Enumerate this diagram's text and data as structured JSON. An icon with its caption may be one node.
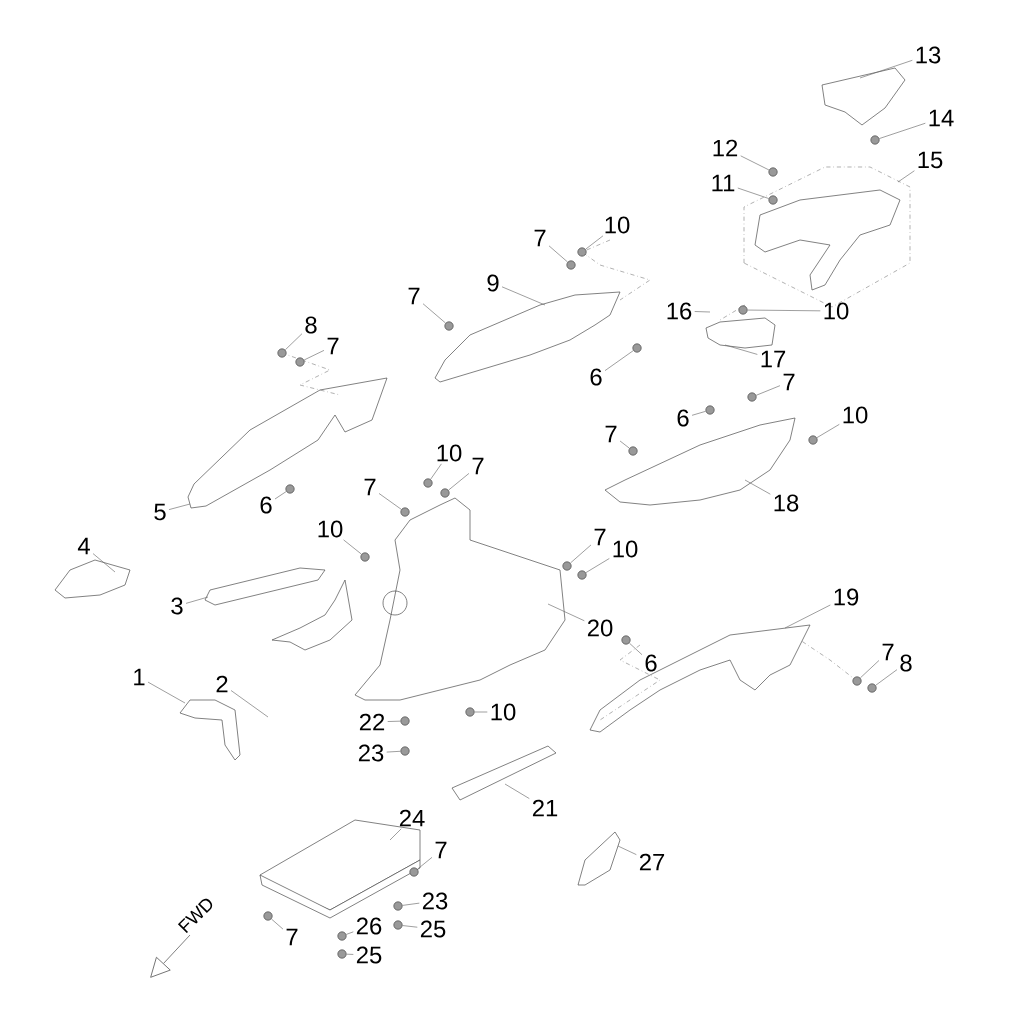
{
  "diagram": {
    "nodes": [
      {
        "text": [
          "13"
        ]
      },
      {
        "text": [
          "14"
        ]
      },
      {
        "text": [
          "12"
        ]
      },
      {
        "text": [
          "15"
        ]
      },
      {
        "text": [
          "11"
        ]
      },
      {
        "text": [
          "10"
        ]
      },
      {
        "text": [
          "7"
        ]
      },
      {
        "text": [
          "9"
        ]
      },
      {
        "text": [
          "7"
        ]
      },
      {
        "text": [
          "16"
        ]
      },
      {
        "text": [
          "10"
        ]
      },
      {
        "text": [
          "8"
        ]
      },
      {
        "text": [
          "7"
        ]
      },
      {
        "text": [
          "17"
        ]
      },
      {
        "text": [
          "6"
        ]
      },
      {
        "text": [
          "7"
        ]
      },
      {
        "text": [
          "10"
        ]
      },
      {
        "text": [
          "6"
        ]
      },
      {
        "text": [
          "7"
        ]
      },
      {
        "text": [
          "10"
        ]
      },
      {
        "text": [
          "7"
        ]
      },
      {
        "text": [
          "7"
        ]
      },
      {
        "text": [
          "18"
        ]
      },
      {
        "text": [
          "6"
        ]
      },
      {
        "text": [
          "5"
        ]
      },
      {
        "text": [
          "10"
        ]
      },
      {
        "text": [
          "7"
        ]
      },
      {
        "text": [
          "4"
        ]
      },
      {
        "text": [
          "10"
        ]
      },
      {
        "text": [
          "19"
        ]
      },
      {
        "text": [
          "3"
        ]
      },
      {
        "text": [
          "20"
        ]
      },
      {
        "text": [
          "7"
        ]
      },
      {
        "text": [
          "8"
        ]
      },
      {
        "text": [
          "6"
        ]
      },
      {
        "text": [
          "1"
        ]
      },
      {
        "text": [
          "2"
        ]
      },
      {
        "text": [
          "10"
        ]
      },
      {
        "text": [
          "22"
        ]
      },
      {
        "text": [
          "23"
        ]
      },
      {
        "text": [
          "21"
        ]
      },
      {
        "text": [
          "24"
        ]
      },
      {
        "text": [
          "7"
        ]
      },
      {
        "text": [
          "27"
        ]
      },
      {
        "text": [
          "23"
        ]
      },
      {
        "text": [
          "25"
        ]
      },
      {
        "text": [
          "26"
        ]
      },
      {
        "text": [
          "7"
        ]
      },
      {
        "text": [
          "25"
        ]
      },
      {
        "text": [],
        "shape": "circle"
      },
      {
        "text": [],
        "shape": "circle"
      },
      {
        "text": [],
        "shape": "circle"
      },
      {
        "text": [],
        "shape": "circle"
      },
      {
        "text": [],
        "shape": "circle"
      },
      {
        "text": [],
        "shape": "circle"
      },
      {
        "text": [],
        "shape": "circle"
      },
      {
        "text": [],
        "shape": "circle"
      },
      {
        "text": [],
        "shape": "circle"
      },
      {
        "text": [],
        "shape": "circle"
      },
      {
        "text": [],
        "shape": "circle"
      },
      {
        "text": [],
        "shape": "circle"
      },
      {
        "text": [],
        "shape": "circle"
      },
      {
        "text": [],
        "shape": "circle"
      },
      {
        "text": [],
        "shape": "circle"
      },
      {
        "text": [],
        "shape": "circle"
      },
      {
        "text": [],
        "shape": "circle"
      },
      {
        "text": [],
        "shape": "circle"
      },
      {
        "text": [],
        "shape": "circle"
      },
      {
        "text": [],
        "shape": "circle"
      },
      {
        "text": [],
        "shape": "circle"
      },
      {
        "text": [],
        "shape": "circle"
      },
      {
        "text": [],
        "shape": "circle"
      },
      {
        "text": [],
        "shape": "circle"
      },
      {
        "text": [],
        "shape": "circle"
      },
      {
        "text": [],
        "shape": "circle"
      },
      {
        "text": [],
        "shape": "circle"
      },
      {
        "text": [],
        "shape": "circle"
      },
      {
        "text": [],
        "shape": "circle"
      },
      {
        "text": [],
        "shape": "circle"
      },
      {
        "text": [],
        "shape": "circle"
      },
      {
        "text": [],
        "shape": "circle"
      },
      {
        "text": [],
        "shape": "circle"
      }
    ],
    "edges": [
      {
        "from": 0,
        "to": null,
        "arrow": "none"
      },
      {
        "from": 1,
        "to": 49,
        "arrow": "none"
      },
      {
        "from": 2,
        "to": 50,
        "arrow": "none"
      },
      {
        "from": 3,
        "to": null,
        "arrow": "none"
      },
      {
        "from": 4,
        "to": 51,
        "arrow": "none"
      },
      {
        "from": 5,
        "to": 52,
        "arrow": "none"
      },
      {
        "from": 6,
        "to": 53,
        "arrow": "none"
      },
      {
        "from": 7,
        "to": null,
        "arrow": "none"
      },
      {
        "from": 8,
        "to": 54,
        "arrow": "none"
      },
      {
        "from": 9,
        "to": null,
        "arrow": "none"
      },
      {
        "from": 10,
        "to": 55,
        "arrow": "none"
      },
      {
        "from": 11,
        "to": 56,
        "arrow": "none"
      },
      {
        "from": 12,
        "to": 57,
        "arrow": "none"
      },
      {
        "from": 13,
        "to": null,
        "arrow": "none"
      },
      {
        "from": 14,
        "to": 58,
        "arrow": "none"
      },
      {
        "from": 15,
        "to": 59,
        "arrow": "none"
      },
      {
        "from": 16,
        "to": 60,
        "arrow": "none"
      },
      {
        "from": 17,
        "to": 61,
        "arrow": "none"
      },
      {
        "from": 18,
        "to": 62,
        "arrow": "none"
      },
      {
        "from": 19,
        "to": 63,
        "arrow": "none"
      },
      {
        "from": 20,
        "to": 64,
        "arrow": "none"
      },
      {
        "from": 21,
        "to": 65,
        "arrow": "none"
      },
      {
        "from": 22,
        "to": null,
        "arrow": "none"
      },
      {
        "from": 23,
        "to": 66,
        "arrow": "none"
      },
      {
        "from": 24,
        "to": null,
        "arrow": "none"
      },
      {
        "from": 25,
        "to": 67,
        "arrow": "none"
      },
      {
        "from": 26,
        "to": 68,
        "arrow": "none"
      },
      {
        "from": 27,
        "to": null,
        "arrow": "none"
      },
      {
        "from": 28,
        "to": 69,
        "arrow": "none"
      },
      {
        "from": 29,
        "to": null,
        "arrow": "none"
      },
      {
        "from": 30,
        "to": null,
        "arrow": "none"
      },
      {
        "from": 31,
        "to": null,
        "arrow": "none"
      },
      {
        "from": 32,
        "to": 70,
        "arrow": "none"
      },
      {
        "from": 33,
        "to": 71,
        "arrow": "none"
      },
      {
        "from": 34,
        "to": 72,
        "arrow": "none"
      },
      {
        "from": 35,
        "to": null,
        "arrow": "none"
      },
      {
        "from": 36,
        "to": null,
        "arrow": "none"
      },
      {
        "from": 37,
        "to": 73,
        "arrow": "none"
      },
      {
        "from": 38,
        "to": 74,
        "arrow": "none"
      },
      {
        "from": 39,
        "to": 75,
        "arrow": "none"
      },
      {
        "from": 40,
        "to": null,
        "arrow": "none"
      },
      {
        "from": 41,
        "to": null,
        "arrow": "none"
      },
      {
        "from": 42,
        "to": 76,
        "arrow": "none"
      },
      {
        "from": 43,
        "to": null,
        "arrow": "none"
      },
      {
        "from": 44,
        "to": 77,
        "arrow": "none"
      },
      {
        "from": 45,
        "to": 78,
        "arrow": "none"
      },
      {
        "from": 46,
        "to": 79,
        "arrow": "none"
      },
      {
        "from": 47,
        "to": 80,
        "arrow": "none"
      },
      {
        "from": 48,
        "to": 81,
        "arrow": "none"
      }
    ],
    "labels": [
      "FWD"
    ]
  }
}
